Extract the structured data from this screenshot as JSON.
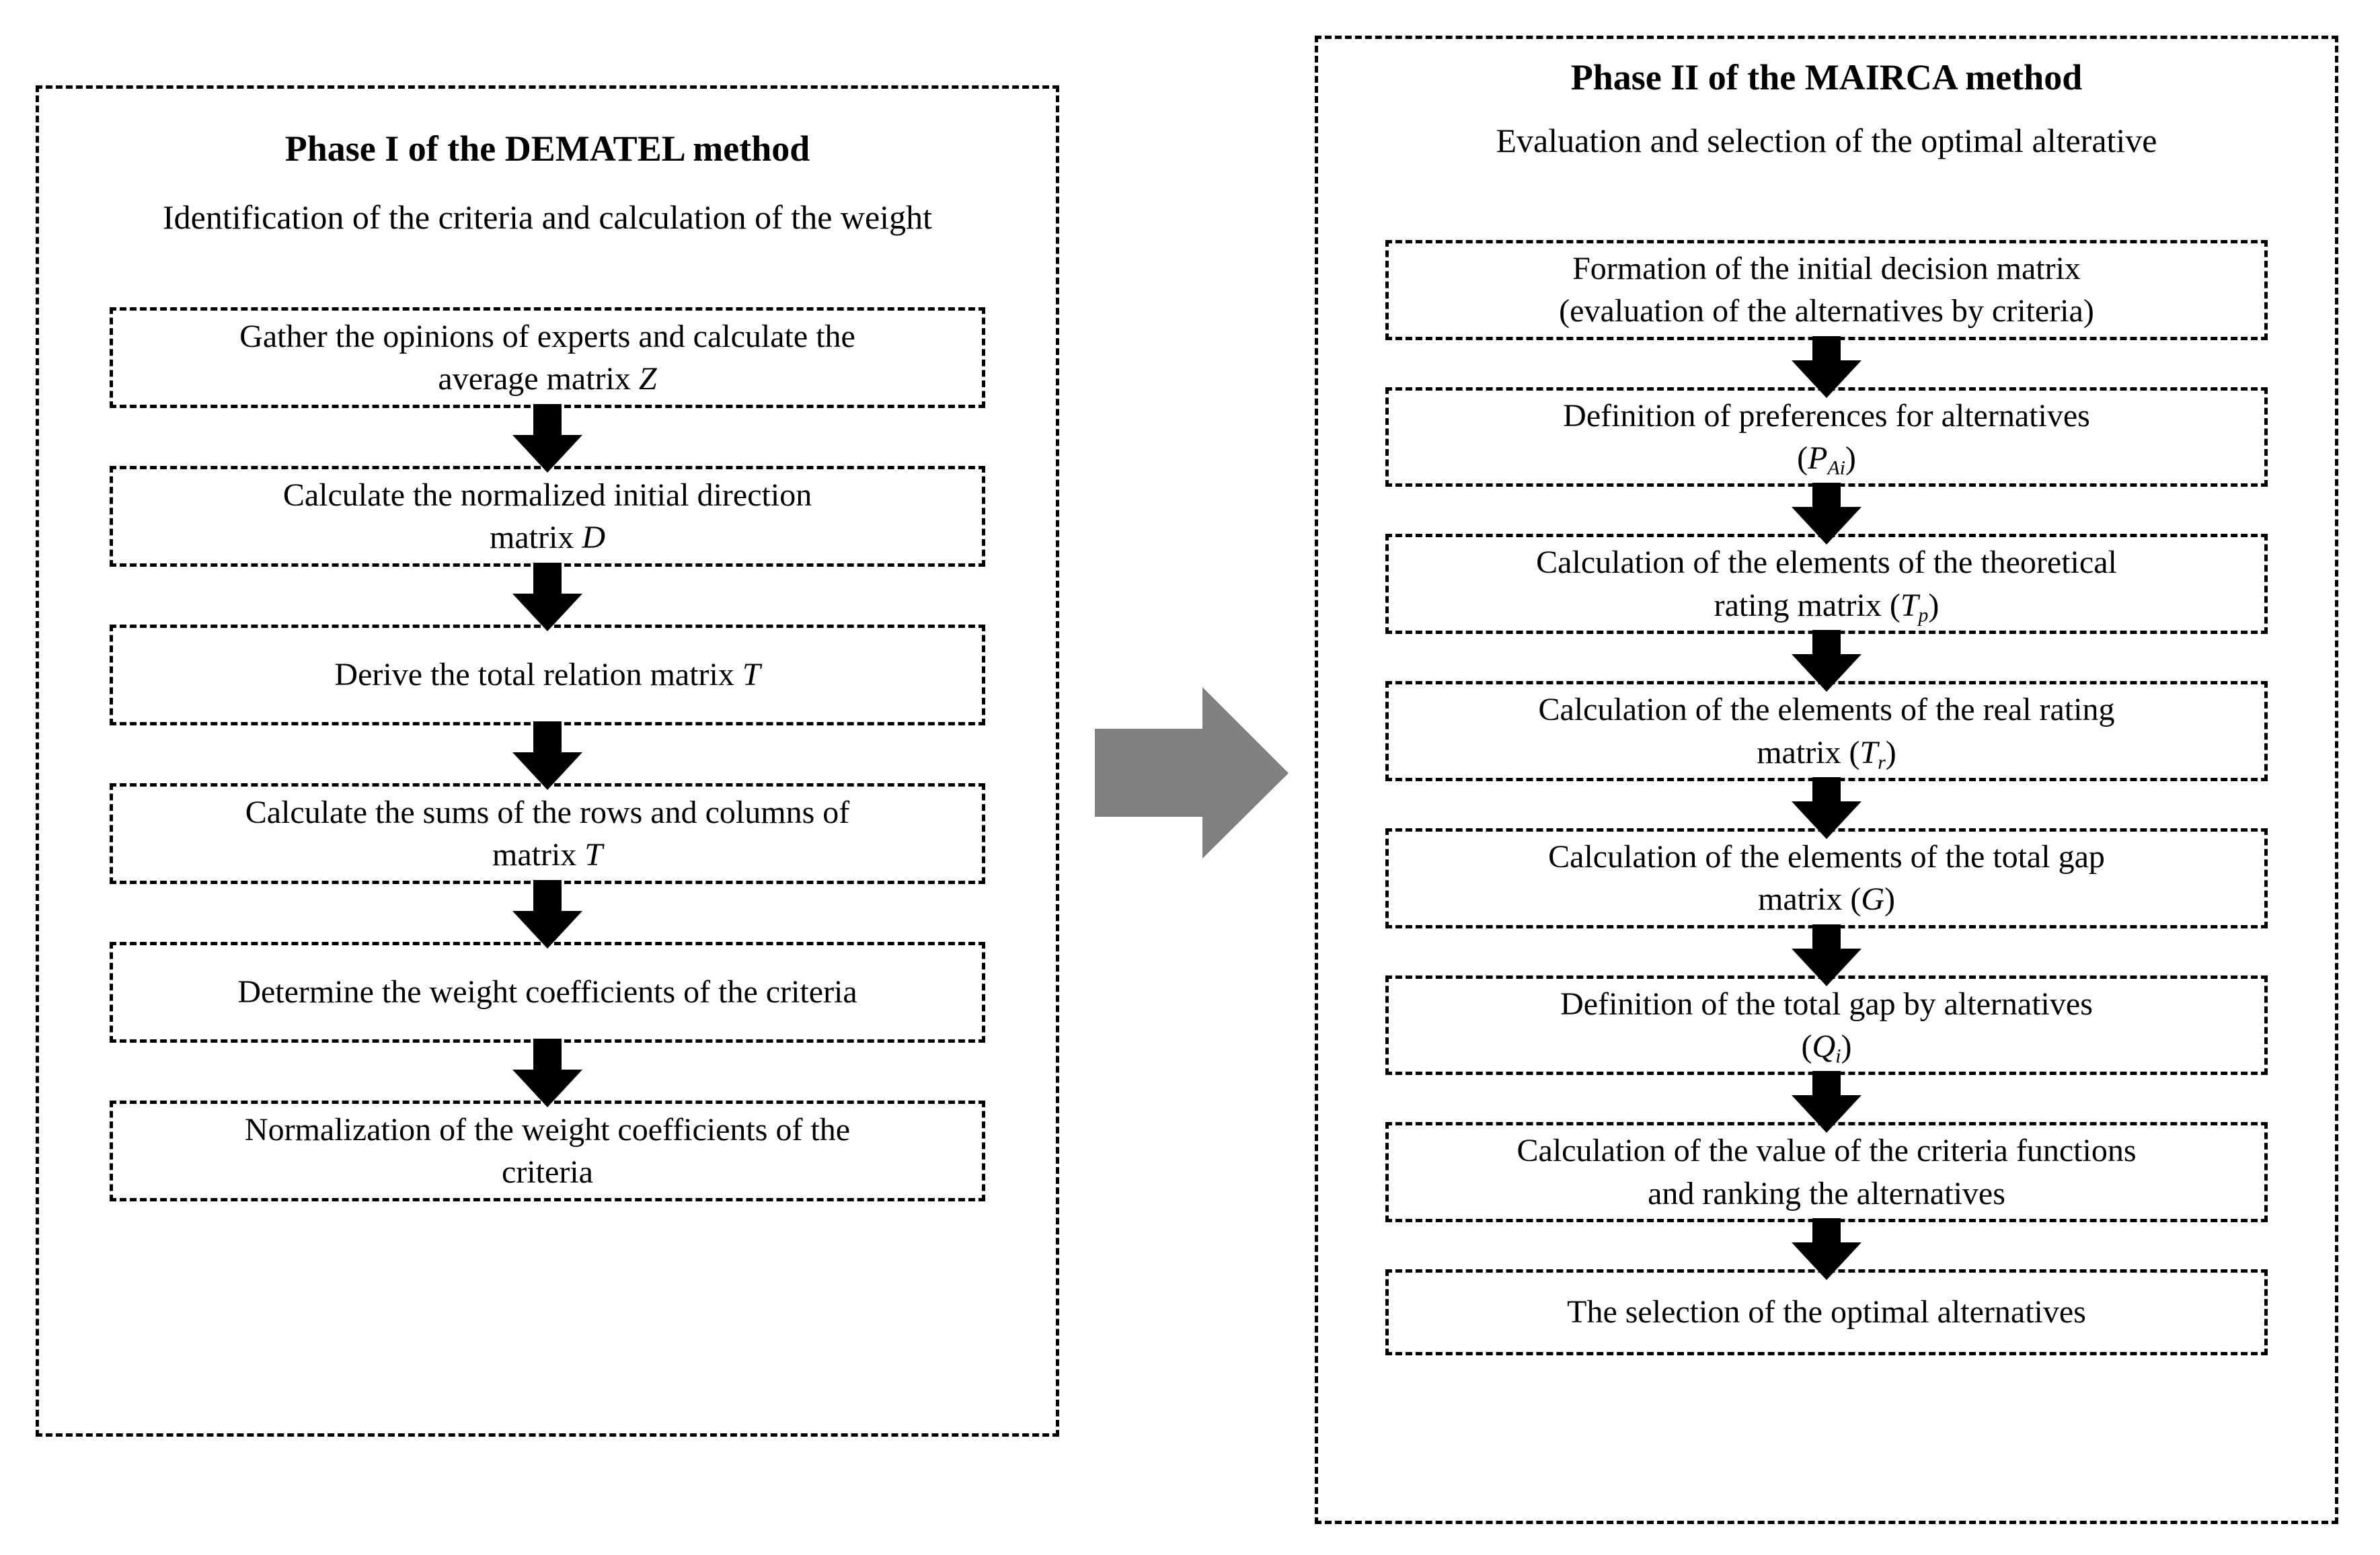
{
  "colors": {
    "ink": "#000000",
    "page_background": "#ffffff",
    "transition_arrow": "#808080"
  },
  "phase_left": {
    "title": "Phase I of the DEMATEL method",
    "subtitle": "Identification of the criteria and calculation of the weight",
    "steps": [
      {
        "line1": "Gather the opinions of experts and calculate the",
        "line2": "average matrix",
        "symbol": "Z"
      },
      {
        "line1": "Calculate the normalized initial direction",
        "line2": "matrix",
        "symbol": "D"
      },
      {
        "line1": "Derive the total relation matrix",
        "line2": "",
        "symbol": "T"
      },
      {
        "line1": "Calculate the sums of the rows and columns of",
        "line2": "matrix",
        "symbol": "T"
      },
      {
        "line1": "Determine the weight coefficients of the criteria",
        "line2": "",
        "symbol": ""
      },
      {
        "line1": "Normalization of the weight coefficients of the",
        "line2": "criteria",
        "symbol": ""
      }
    ]
  },
  "phase_right": {
    "title": "Phase II of the MAIRCA method",
    "subtitle": "Evaluation and selection of the optimal alterative",
    "steps": [
      {
        "line1": "Formation of the initial decision matrix",
        "line2": "(evaluation of the alternatives by criteria)",
        "symbol": "",
        "subscript": ""
      },
      {
        "line1": "Definition of preferences for alternatives",
        "line2": "(",
        "symbol": "P",
        "subscript": "Ai",
        "line2_close": ")"
      },
      {
        "line1": "Calculation of the elements of  the theoretical",
        "line2": "rating matrix (",
        "symbol": "T",
        "subscript": "p",
        "line2_close": ")"
      },
      {
        "line1": "Calculation of the elements of the real rating",
        "line2": "matrix  (",
        "symbol": "T",
        "subscript": "r",
        "line2_close": ")"
      },
      {
        "line1": "Calculation of the elements of the total gap",
        "line2": "matrix (",
        "symbol": "G",
        "subscript": "",
        "line2_close": ")"
      },
      {
        "line1": "Definition of the total gap by alternatives",
        "line2": "(",
        "symbol": "Q",
        "subscript": "i",
        "line2_close": ")"
      },
      {
        "line1": "Calculation of the value of the criteria functions",
        "line2": "and ranking the alternatives",
        "symbol": "",
        "subscript": ""
      },
      {
        "line1": "The selection of the optimal alternatives",
        "line2": "",
        "symbol": "",
        "subscript": ""
      }
    ]
  },
  "transition": {
    "icon": "right-arrow-icon",
    "direction": "right"
  }
}
